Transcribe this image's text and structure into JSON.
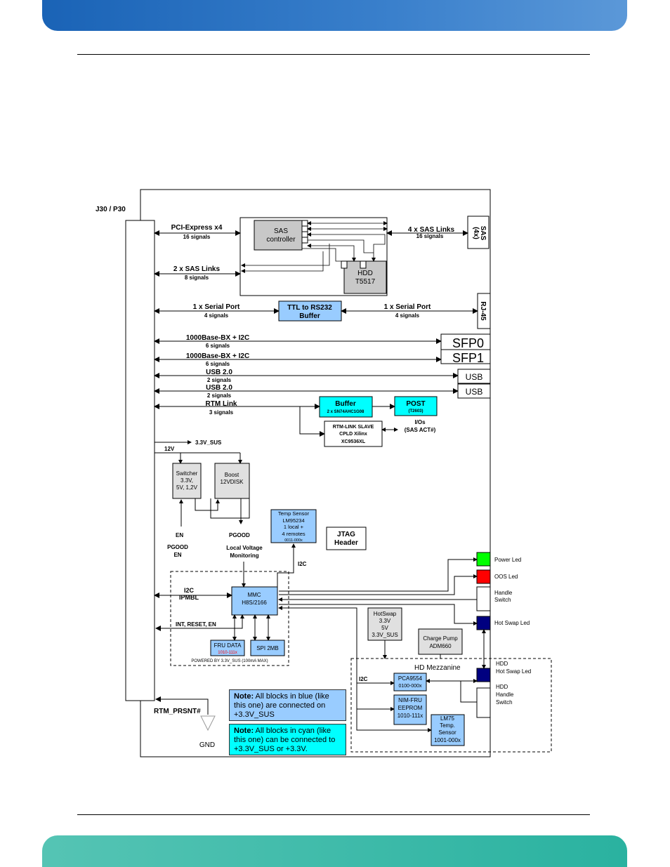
{
  "connector": {
    "label": "J30 / P30"
  },
  "sas_block": {
    "controller": [
      "SAS",
      "controller"
    ],
    "hdd": [
      "HDD",
      "T5517"
    ],
    "connector_label": [
      "SAS",
      "(4x)"
    ],
    "pcie": {
      "name": "PCI-Express x4",
      "signals": "16 signals"
    },
    "sas2": {
      "name": "2 x SAS Links",
      "signals": "8 signals"
    },
    "sas4": {
      "name": "4 x SAS Links",
      "signals": "16 signals"
    }
  },
  "serial": {
    "left": {
      "name": "1 x Serial Port",
      "signals": "4 signals"
    },
    "buffer": [
      "TTL to RS232",
      "Buffer"
    ],
    "right": {
      "name": "1 x Serial Port",
      "signals": "4 signals"
    },
    "connector": "RJ-45"
  },
  "sfp": [
    {
      "name": "1000Base-BX + I2C",
      "signals": "6 signals",
      "port": "SFP0"
    },
    {
      "name": "1000Base-BX + I2C",
      "signals": "6 signals",
      "port": "SFP1"
    }
  ],
  "usb": [
    {
      "name": "USB 2.0",
      "signals": "2 signals",
      "port": "USB"
    },
    {
      "name": "USB 2.0",
      "signals": "2 signals",
      "port": "USB"
    }
  ],
  "rtm": {
    "name": "RTM Link",
    "signals": "3 signals",
    "buffer": {
      "title": "Buffer",
      "sub": "2 x SN74AHC1G08"
    },
    "post": {
      "title": "POST",
      "sub": "(T2603)"
    },
    "cpld": [
      "RTM-LINK SLAVE",
      "CPLD Xilinx",
      "XC9536XL"
    ],
    "ios": [
      "I/Os",
      "(SAS ACT#)"
    ]
  },
  "power": {
    "sus": "3.3V_SUS",
    "v12": "12V",
    "switcher": [
      "Switcher",
      "3.3V,",
      "5V, 1,2V"
    ],
    "boost": [
      "Boost",
      "12VDISK"
    ],
    "en": "EN",
    "pgood": "PGOOD",
    "pgood_en": [
      "PGOOD",
      "EN"
    ],
    "monitoring": [
      "Local Voltage",
      "Monitoring"
    ]
  },
  "temp_sensor": [
    "Temp Sensor",
    "LM95234",
    "1 local +",
    "4 remotes",
    "0011-000x"
  ],
  "jtag": [
    "JTAG",
    "Header"
  ],
  "mmc": {
    "title": [
      "MMC",
      "H8S/2166"
    ],
    "i2c": "I2C",
    "i2c2": "I2C",
    "ipmbl": "IPMBL",
    "signals": "INT, RESET, EN",
    "fru": {
      "title": "FRU DATA",
      "sub": "1010-111x"
    },
    "spi": "SPI 2MB",
    "powered": "POWERED BY 3.3V_SUS (100mA MAX)"
  },
  "leds": {
    "power": "Power Led",
    "oos": "OOS Led",
    "handle": [
      "Handle",
      "Switch"
    ],
    "hotswap": "Hot Swap Led"
  },
  "hotswap_box": [
    "HotSwap",
    "3.3V",
    "5V",
    "3.3V_SUS"
  ],
  "charge_pump": [
    "Charge Pump",
    "ADM660"
  ],
  "mezzanine": {
    "title": "HD Mezzanine",
    "i2c": "I2C",
    "pca": [
      "PCA9554",
      "0100-000x"
    ],
    "nim": [
      "NIM-FRU",
      "EEPROM",
      "1010-111x"
    ],
    "lm75": [
      "LM75",
      "Temp.",
      "Sensor",
      "1001-000x"
    ],
    "hdd_led": [
      "HDD",
      "Hot Swap Led"
    ],
    "hdd_switch": [
      "HDD",
      "Handle",
      "Switch"
    ]
  },
  "rtm_present": "RTM_PRSNT#",
  "gnd": "GND",
  "notes": [
    {
      "bold": "Note:",
      "text": " All blocks in blue (like this one) are connected on +3.3V_SUS"
    },
    {
      "bold": "Note:",
      "text": " All blocks in cyan (like this one) can be connected to +3.3V_SUS or +3.3V."
    }
  ],
  "colors": {
    "header_blue": "#2a72c2",
    "footer_teal": "#3cbcab",
    "block_blue": "#99ccff",
    "block_cyan": "#00ffff",
    "block_gray": "#e0e0e0",
    "led_green": "#00ff00",
    "led_red": "#ff0000",
    "led_navy": "#000080"
  }
}
